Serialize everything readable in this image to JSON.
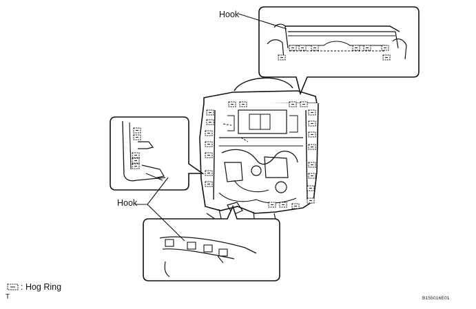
{
  "labels": {
    "hook_top": "Hook",
    "hook_middle": "Hook"
  },
  "legend": {
    "symbol": "hog-ring-symbol",
    "text": ": Hog Ring"
  },
  "corner_mark": "T",
  "figure_code": "B155016E01",
  "colors": {
    "ink": "#111111",
    "background": "#ffffff"
  }
}
